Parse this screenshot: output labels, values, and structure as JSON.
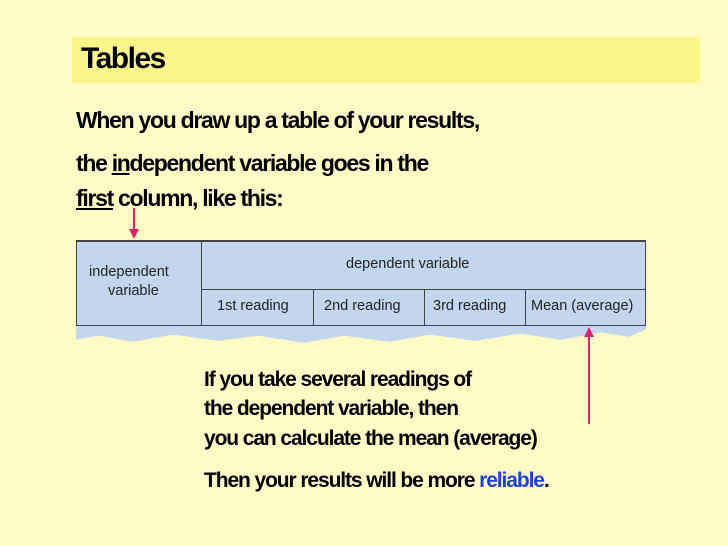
{
  "title": "Tables",
  "intro": {
    "line1": "When you draw up a table of your results,",
    "line2_before": "the ",
    "line2_underlined": "in",
    "line2_after": "dependent variable goes in the",
    "line3_underlined": "first",
    "line3_after": " column, like this:"
  },
  "table": {
    "independent_header_line1": "independent",
    "independent_header_line2": "variable",
    "dependent_header": "dependent variable",
    "readings": [
      "1st reading",
      "2nd reading",
      "3rd reading",
      "Mean (average)"
    ]
  },
  "notes": {
    "line1": "If you take several readings of",
    "line2": "the dependent variable, then",
    "line3": "you can calculate the mean (average)",
    "line4_before": "Then your results will be more ",
    "line4_highlight": "reliable",
    "line4_after": "."
  },
  "colors": {
    "background": "#fefcc4",
    "title_bar": "#fbf68a",
    "arrow": "#e0206a",
    "highlight": "#1f3fe0",
    "table_fill": "#c4d6ee"
  }
}
